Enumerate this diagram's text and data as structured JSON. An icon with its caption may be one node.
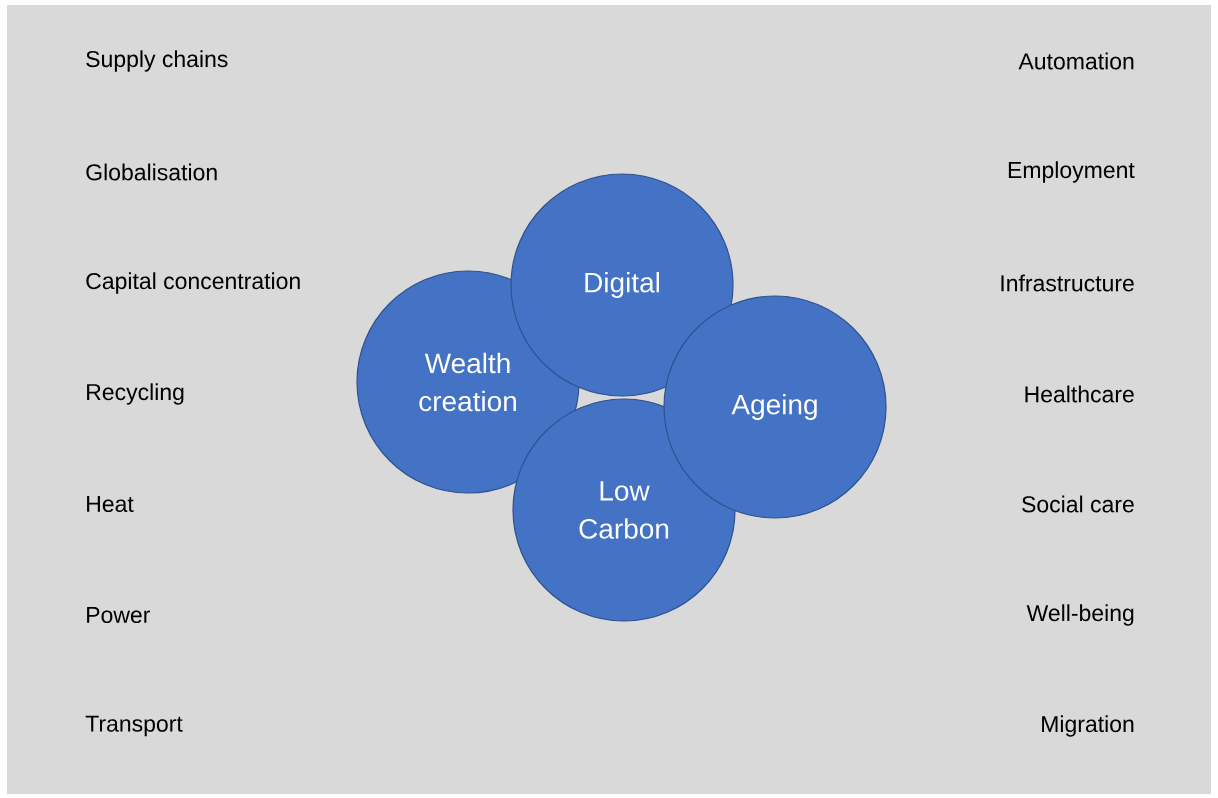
{
  "diagram": {
    "nodes": [
      {
        "text": [
          "Digital"
        ]
      },
      {
        "text": [
          "Wealth creation"
        ]
      },
      {
        "text": [
          "Ageing"
        ]
      },
      {
        "text": [
          "Low Carbon"
        ]
      }
    ],
    "labels": [
      "Supply chains",
      "Automation",
      "Globalisation",
      "Employment",
      "Capital concentration",
      "Infrastructure",
      "Recycling",
      "Healthcare",
      "Heat",
      "Social care",
      "Power",
      "Well-being",
      "Transport",
      "Migration"
    ]
  }
}
